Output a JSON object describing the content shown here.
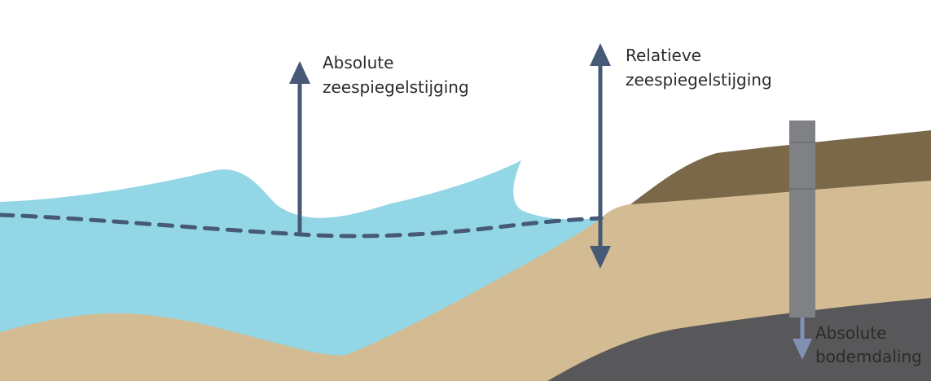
{
  "labels": {
    "absolute_sea_rise": {
      "line1": "Absolute",
      "line2": "zeespiegelstijging"
    },
    "relative_sea_rise": {
      "line1": "Relatieve",
      "line2": "zeespiegelstijging"
    },
    "absolute_subsidence": {
      "line1": "Absolute",
      "line2": "bodemdaling"
    }
  },
  "colors": {
    "water": "#93d6e6",
    "sand": "#d3bc93",
    "topsoil": "#7b6848",
    "bedrock": "#58585b",
    "arrow_dark": "#465a78",
    "arrow_light": "#7f90b3",
    "reference_dash": "#465a78",
    "pillar": "#808184",
    "pillar_seam": "#6c6d70"
  }
}
